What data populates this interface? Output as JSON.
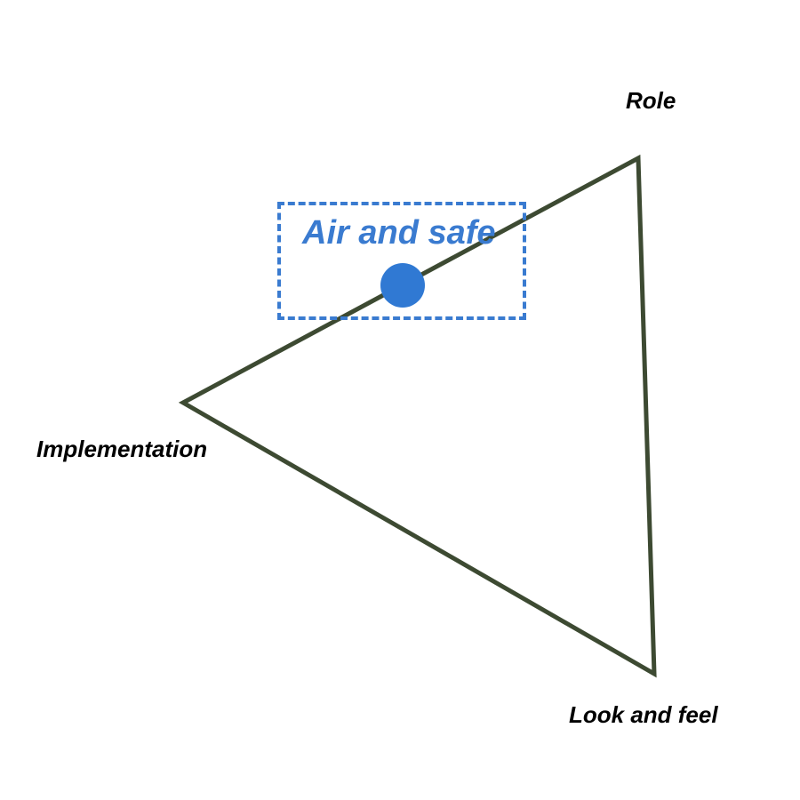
{
  "diagram": {
    "vertices": {
      "role": "Role",
      "implementation": "Implementation",
      "look_and_feel": "Look and feel"
    },
    "highlight": {
      "label": "Air and safe",
      "color": "#3a7bd0",
      "marker_color": "#3079d3"
    },
    "edge_color": "#3d4a32",
    "label_color": "#000000"
  }
}
